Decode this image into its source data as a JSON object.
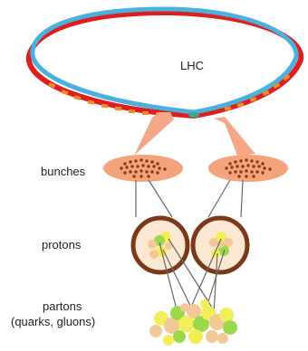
{
  "labels": {
    "ring": "LHC",
    "bunches": "bunches",
    "protons": "protons",
    "partons_line1": "partons",
    "partons_line2": "(quarks, gluons)"
  },
  "colors": {
    "beam_red": "#dd1f1f",
    "beam_blue": "#4ab0dc",
    "bunch_marker": "#f08a2a",
    "beam_cone": "#f5a888",
    "bunch_cloud": "#f3a47c",
    "bunch_dots": "#8a3a16",
    "proton_border": "#7a3a1a",
    "proton_fill": "#fbe7d2",
    "parton_yellow": "#f2ee58",
    "parton_green": "#9bd94a",
    "parton_peach": "#f2c996",
    "connector": "#666666"
  },
  "icons": {
    "ring": "lhc-ring-icon",
    "bunch": "bunch-cloud-icon",
    "proton": "proton-circle-icon",
    "parton": "parton-cluster-icon"
  }
}
